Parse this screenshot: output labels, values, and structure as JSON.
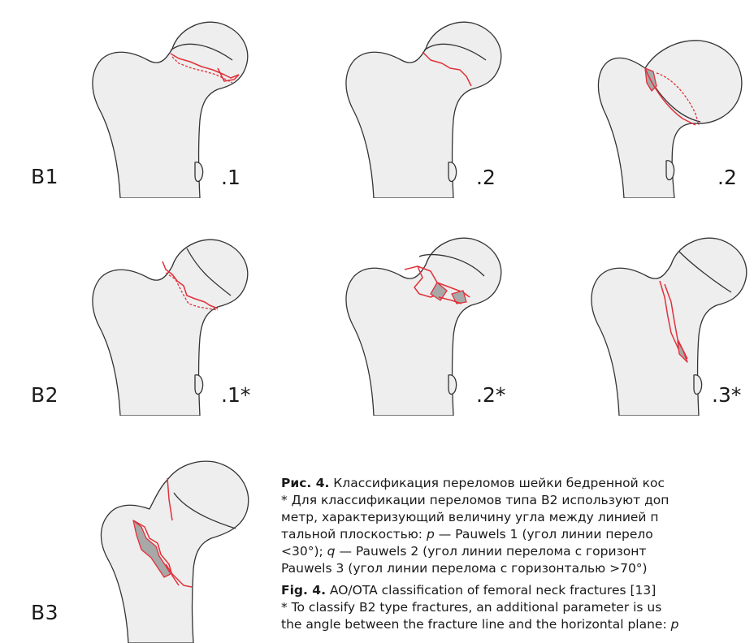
{
  "rows": [
    {
      "label": "B1"
    },
    {
      "label": "B2"
    },
    {
      "label": "B3"
    }
  ],
  "panels": [
    {
      "sublabel": ".1"
    },
    {
      "sublabel": ".2"
    },
    {
      "sublabel": ".2"
    },
    {
      "sublabel": ".1*"
    },
    {
      "sublabel": ".2*"
    },
    {
      "sublabel": ".3*"
    }
  ],
  "caption": {
    "ru_figure": "Рис. 4.",
    "ru_lines": [
      " Классификация переломов шейки бедренной кос",
      "* Для классификации переломов типа В2 используют доп",
      "метр, характеризующий величину угла между линией п",
      "тальной плоскостью: ",
      "<30°); ",
      "Pauwels 3 (угол линии перелома с горизонталью >70°)"
    ],
    "ru_p": "p",
    "ru_p_rest": " — Pauwels 1 (угол линии перело",
    "ru_q": "q",
    "ru_q_rest": " — Pauwels 2 (угол линии перелома с горизонт",
    "en_figure": "Fig. 4.",
    "en_lines": [
      " AO/OTA classification of femoral neck fractures [13]",
      "* To classify B2 type fractures, an additional parameter is us",
      "the angle between the fracture line and the horizontal plane: "
    ],
    "en_p": "p"
  }
}
